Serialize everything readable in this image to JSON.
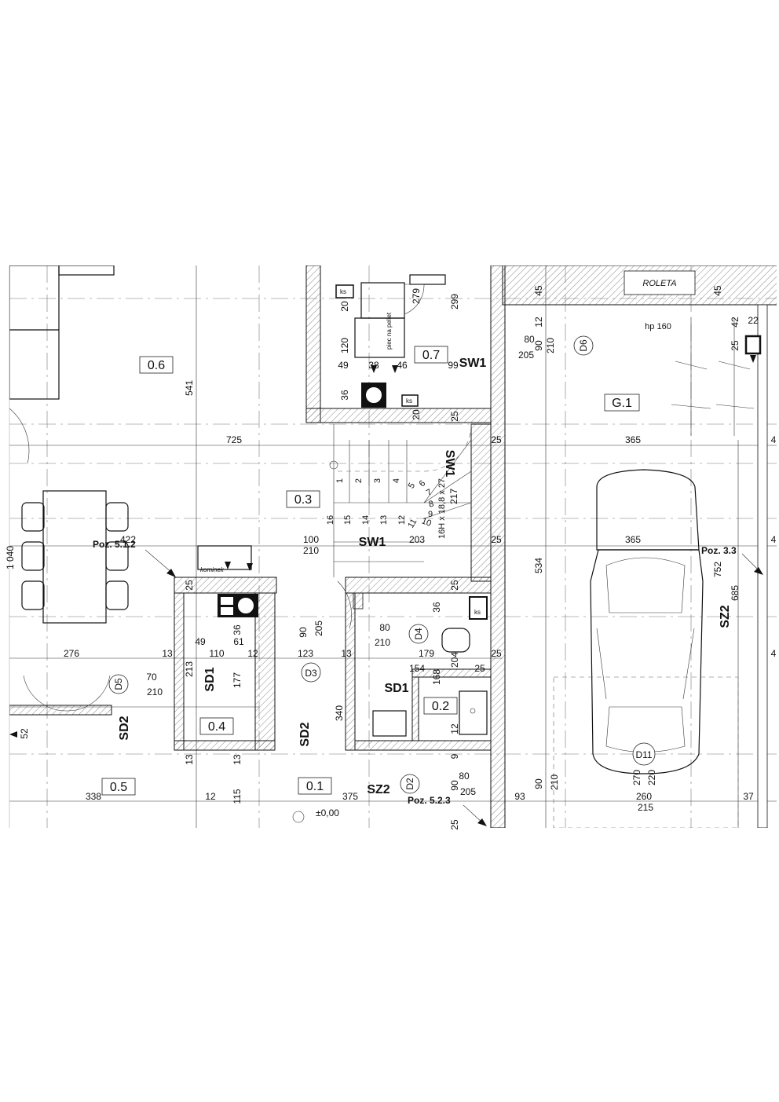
{
  "rooms": {
    "r06": "0.6",
    "r07": "0.7",
    "r03": "0.3",
    "g1": "G.1",
    "r04": "0.4",
    "r02": "0.2",
    "r05": "0.5",
    "r01": "0.1"
  },
  "codes": {
    "sw1_top": "SW1",
    "sw1_stair": "SW1",
    "sw1_mid": "SW1",
    "sd1_left": "SD1",
    "sd1_right": "SD1",
    "sd2_left": "SD2",
    "sd2_mid": "SD2",
    "sz2_right": "SZ2",
    "sz2_bottom": "SZ2"
  },
  "doors": {
    "d6": "D6",
    "d4": "D4",
    "d3": "D3",
    "d5": "D5",
    "d2": "D2",
    "d11": "D11"
  },
  "positions": {
    "p512": "Poz. 5.1.2",
    "p33": "Poz. 3.3",
    "p523": "Poz. 5.2.3"
  },
  "labels": {
    "roleta": "ROLETA",
    "hp": "hp 160",
    "level": "±0,00",
    "kominek": "kominek",
    "piec": "piec na pellet",
    "ks1": "ks",
    "ks2": "ks",
    "ks3": "ks",
    "stairs": "16H x 18,8 x 27"
  },
  "dims": {
    "d541": "541",
    "d725": "725",
    "d299": "299",
    "d279": "279",
    "d20a": "20",
    "d120": "120",
    "d49a": "49",
    "d38": "38",
    "d46": "46",
    "d99": "99",
    "d36a": "36",
    "d20b": "20",
    "d25a": "25",
    "d45a": "45",
    "d45b": "45",
    "d12a": "12",
    "d80a": "80",
    "d90a": "90",
    "d210a": "210",
    "d205a": "205",
    "d42": "42",
    "d22": "22",
    "d25b": "25",
    "d365a": "365",
    "d25c": "25",
    "d217": "217",
    "d203": "203",
    "d100": "100",
    "d210b": "210",
    "d25d": "25",
    "d365b": "365",
    "d534": "534",
    "d752": "752",
    "d685": "685",
    "d422": "422",
    "d25e": "25",
    "d36b": "36",
    "d61": "61",
    "d49b": "49",
    "d90b": "90",
    "d205b": "205",
    "d80b": "80",
    "d210c": "210",
    "d25f": "25",
    "d36c": "36",
    "d276": "276",
    "d13a": "13",
    "d110": "110",
    "d12b": "12",
    "d123": "123",
    "d13b": "13",
    "d179": "179",
    "d204": "204",
    "d25g": "25",
    "d154": "154",
    "d168": "168",
    "d25h": "25",
    "d213": "213",
    "d177": "177",
    "d70": "70",
    "d210d": "210",
    "d340": "340",
    "d12c": "12",
    "d52": "52",
    "d13c": "13",
    "d13d": "13",
    "d9": "9",
    "d80c": "80",
    "d90c": "90",
    "d205c": "205",
    "d90d": "90",
    "d210e": "210",
    "d270": "270",
    "d220": "220",
    "d338": "338",
    "d12d": "12",
    "d115": "115",
    "d375": "375",
    "d93": "93",
    "d260": "260",
    "d215": "215",
    "d37": "37",
    "d25i": "25",
    "d4a": "4",
    "d4b": "4",
    "d4c": "4",
    "d1040": "1 040",
    "s1": "1",
    "s2": "2",
    "s3": "3",
    "s4": "4",
    "s5": "5",
    "s6": "6",
    "s7": "7",
    "s8": "8",
    "s9": "9",
    "s10": "10",
    "s11": "11",
    "s12": "12",
    "s13": "13",
    "s14": "14",
    "s15": "15",
    "s16": "16"
  }
}
